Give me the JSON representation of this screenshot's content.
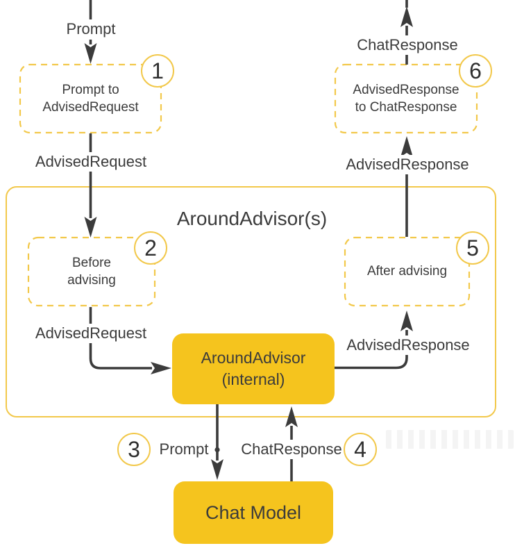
{
  "colors": {
    "accent": "#F2C84A",
    "node_fill": "#F5C41E",
    "ink": "#3B3B3B",
    "canvas": "#FFFFFF"
  },
  "container": {
    "title": "AroundAdvisor(s)"
  },
  "badges": [
    "1",
    "2",
    "3",
    "4",
    "5",
    "6"
  ],
  "boxes": {
    "prompt_to_advised_request": "Prompt to AdvisedRequest",
    "advised_response_to_chat_response": "AdvisedResponse to ChatResponse",
    "before_advising": "Before advising",
    "after_advising": "After advising",
    "around_advisor_internal": "AroundAdvisor (internal)",
    "chat_model": "Chat Model"
  },
  "edge_labels": {
    "prompt_in": "Prompt",
    "advised_request_outer": "AdvisedRequest",
    "advised_request_inner": "AdvisedRequest",
    "advised_response_inner": "AdvisedResponse",
    "advised_response_outer": "AdvisedResponse",
    "chat_response_out": "ChatResponse",
    "prompt_to_model": "Prompt",
    "chat_response_from_model": "ChatResponse"
  }
}
